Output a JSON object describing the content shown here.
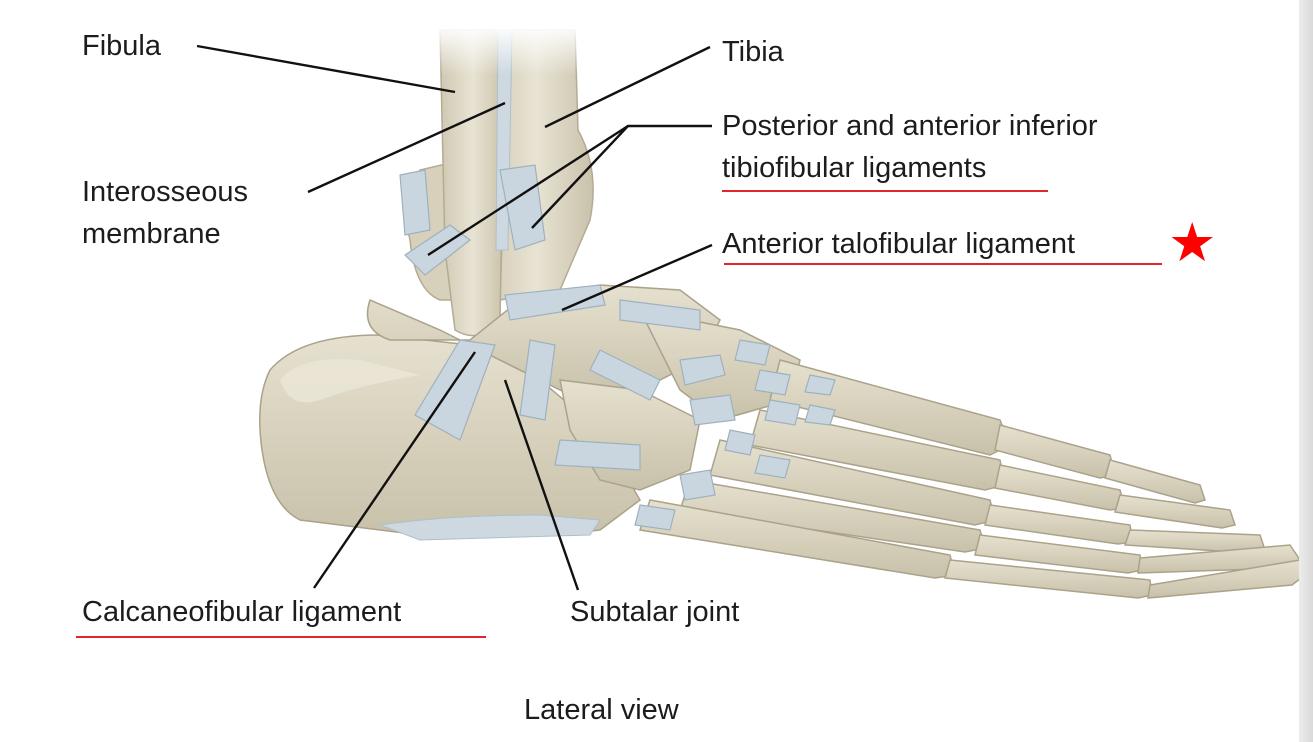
{
  "labels": {
    "fibula": "Fibula",
    "tibia": "Tibia",
    "interosseous_line1": "Interosseous",
    "interosseous_line2": "membrane",
    "tibiofibular_line1": "Posterior and anterior inferior",
    "tibiofibular_line2": "tibiofibular ligaments",
    "anterior_talofibular": "Anterior talofibular ligament",
    "calcaneofibular": "Calcaneofibular ligament",
    "subtalar": "Subtalar joint",
    "caption": "Lateral view"
  },
  "highlight": {
    "underline_color": "#e3262a",
    "star_color": "#ff0000",
    "star_icon": "star-icon",
    "underlined_labels": [
      "tibiofibular ligaments",
      "Anterior talofibular ligament",
      "Calcaneofibular ligament"
    ],
    "starred_label": "Anterior talofibular ligament"
  },
  "colors": {
    "bone": "#d9d3bf",
    "bone_shadow": "#b9b29b",
    "ligament": "#c9d6df",
    "leader_line": "#111111"
  }
}
